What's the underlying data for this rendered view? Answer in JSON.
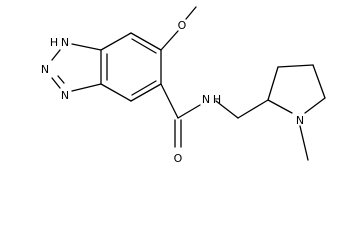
{
  "molecule": {
    "atoms": {
      "nh_ring": "H",
      "n_ring_top": "N",
      "n_ring_mid": "N",
      "n_ring_bottom": "N",
      "o_methoxy": "O",
      "o_carbonyl": "O",
      "n_amide": "N",
      "h_amide": "H",
      "n_pyrrolidine": "N"
    },
    "colors": {
      "bond": "#000000",
      "label": "#000000",
      "background": "#ffffff"
    }
  }
}
